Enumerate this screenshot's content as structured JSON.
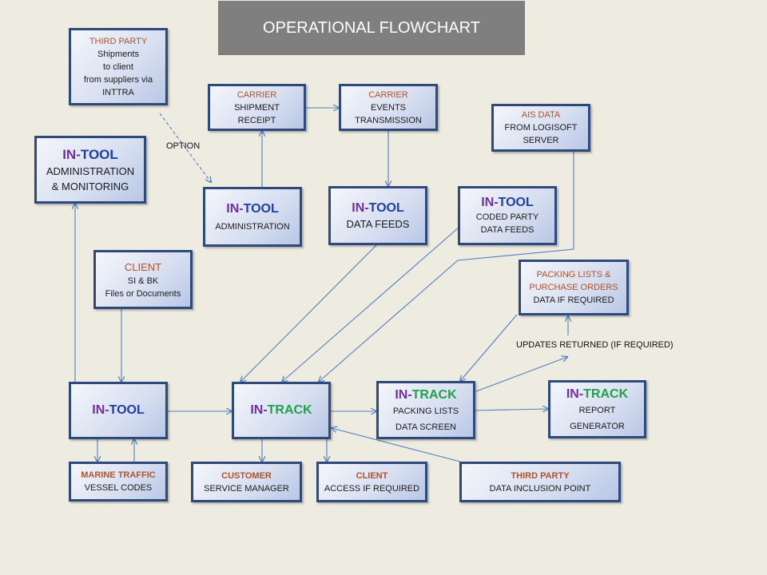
{
  "title": "OPERATIONAL FLOWCHART",
  "boxes": {
    "third_party_top": {
      "l1": "THIRD PARTY",
      "l2": "Shipments",
      "l3": "to client",
      "l4": "from suppliers via",
      "l5": "INTTRA"
    },
    "carrier_receipt": {
      "l1": "CARRIER",
      "l2": "SHIPMENT",
      "l3": "RECEIPT"
    },
    "carrier_events": {
      "l1": "CARRIER",
      "l2": "EVENTS",
      "l3": "TRANSMISSION"
    },
    "ais_data": {
      "l1": "AIS DATA",
      "l2": "FROM LOGISOFT",
      "l3": "SERVER"
    },
    "intool_admin_mon": {
      "a": "IN-",
      "b": "TOOL",
      "l2": "ADMINISTRATION",
      "l3": "& MONITORING"
    },
    "intool_admin": {
      "a": "IN-",
      "b": "TOOL",
      "l2": "ADMINISTRATION"
    },
    "intool_feeds": {
      "a": "IN-",
      "b": "TOOL",
      "l2": "DATA FEEDS"
    },
    "intool_coded": {
      "a": "IN-",
      "b": "TOOL",
      "l2": "CODED PARTY",
      "l3": "DATA FEEDS"
    },
    "client_si": {
      "l1": "CLIENT",
      "l2": "SI & BK",
      "l3": "Files or Documents"
    },
    "packing_lists": {
      "l1": "PACKING LISTS &",
      "l2": "PURCHASE ORDERS",
      "l3": "DATA  IF REQUIRED"
    },
    "intool_main": {
      "a": "IN-",
      "b": "TOOL"
    },
    "intrack_main": {
      "a": "IN-",
      "b": "TRACK"
    },
    "intrack_packing": {
      "a": "IN-",
      "b": "TRACK",
      "l2": "PACKING LISTS",
      "l3": "DATA SCREEN"
    },
    "intrack_report": {
      "a": "IN-",
      "b": "TRACK",
      "l2": "REPORT",
      "l3": "GENERATOR"
    },
    "marine_traffic": {
      "l1": "MARINE  TRAFFIC",
      "l2": "VESSEL CODES"
    },
    "customer_service": {
      "l1": "CUSTOMER",
      "l2": "SERVICE MANAGER"
    },
    "client_access": {
      "l1": "CLIENT",
      "l2": "ACCESS  IF REQUIRED"
    },
    "third_party_inclusion": {
      "l1": "THIRD  PARTY",
      "l2": "DATA  INCLUSION POINT"
    }
  },
  "labels": {
    "option": "OPTION",
    "updates": "UPDATES  RETURNED  (IF REQUIRED)"
  },
  "colors": {
    "box_border": "#2e4a7d",
    "arrow": "#4f7fbf",
    "orange_text": "#b0532a",
    "purple_text": "#7030a0",
    "blue_text": "#1f3fa8",
    "green_text": "#1ea24a",
    "title_bg": "#7f7f7f",
    "background": "#eeebe0"
  }
}
